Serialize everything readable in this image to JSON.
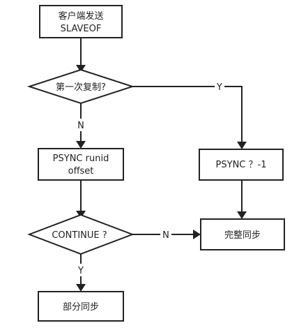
{
  "nodes": {
    "send_slaveof": {
      "lines": [
        "客户端发送",
        "SLAVEOF"
      ]
    },
    "first_copy": {
      "lines": [
        "第一次复制?"
      ]
    },
    "psync_runid": {
      "lines": [
        "PSYNC runid",
        "offset"
      ]
    },
    "psync_minus1": {
      "lines": [
        "PSYNC  ？-1"
      ]
    },
    "continue_q": {
      "lines": [
        "CONTINUE ?"
      ]
    },
    "full_sync": {
      "lines": [
        "完整同步"
      ]
    },
    "partial_sync": {
      "lines": [
        "部分同步"
      ]
    }
  },
  "edges": {
    "first_copy_no": "N",
    "first_copy_yes": "Y",
    "continue_no": "N",
    "continue_yes": "Y"
  },
  "colors": {
    "stroke": "#222222",
    "fill": "#ffffff"
  }
}
